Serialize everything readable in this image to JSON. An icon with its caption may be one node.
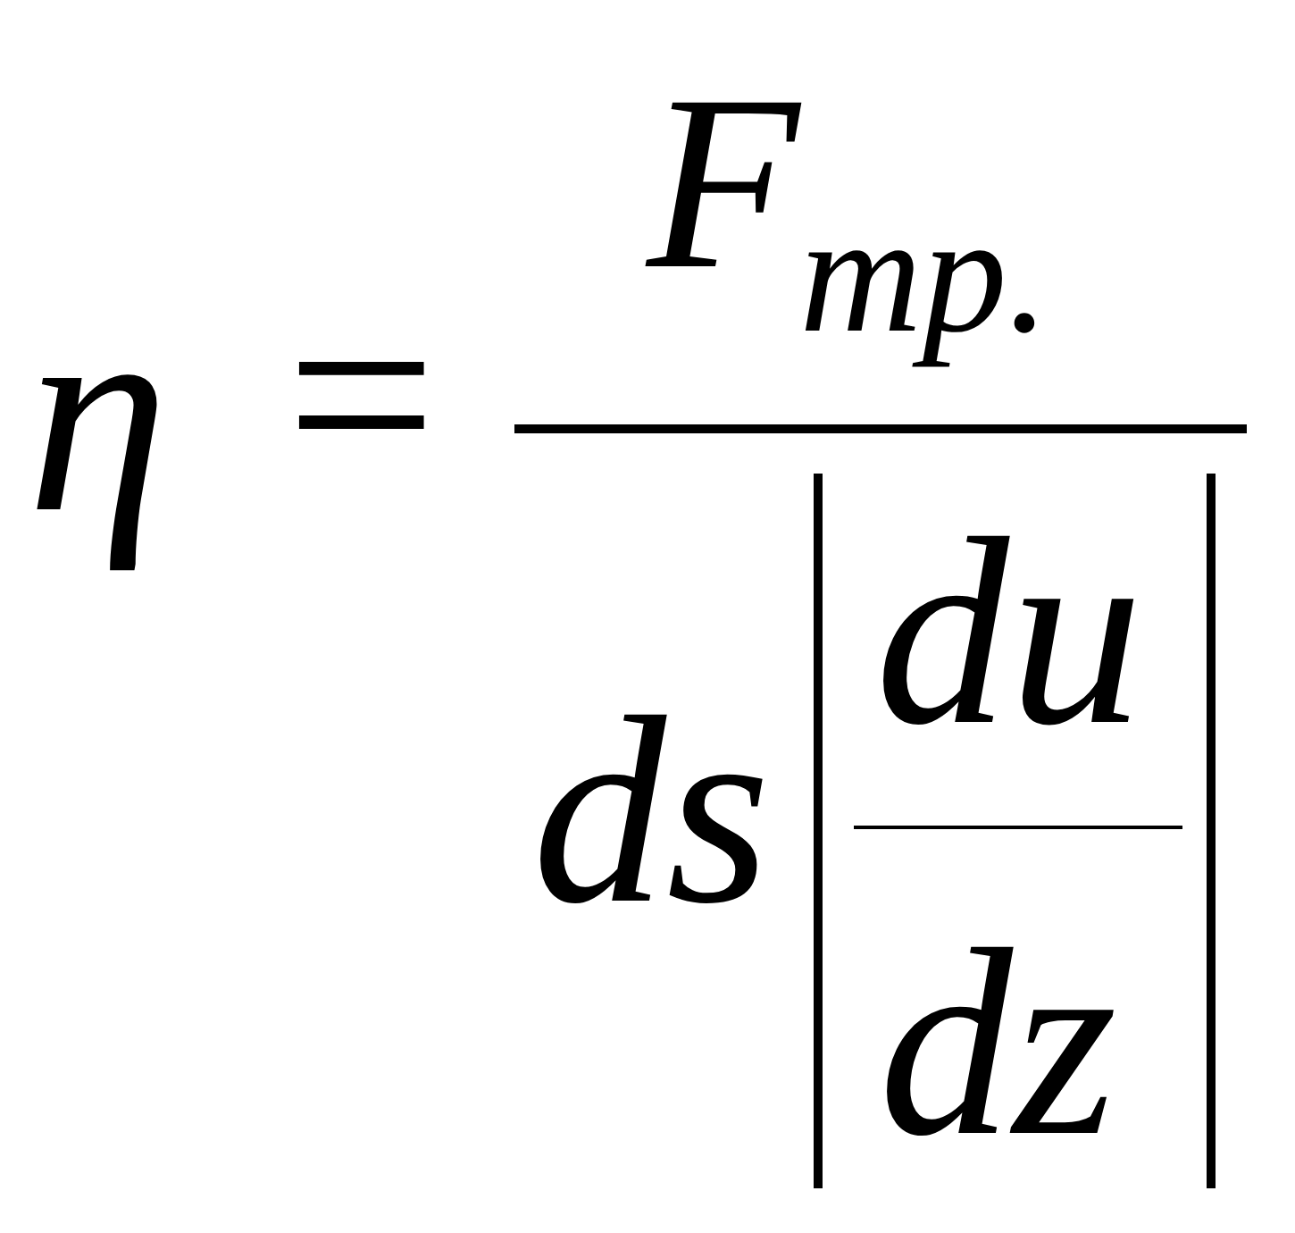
{
  "diagram": {
    "labels": [
      "η",
      "=",
      "F$_{тр.}$",
      "ds",
      "du",
      "dz"
    ]
  }
}
